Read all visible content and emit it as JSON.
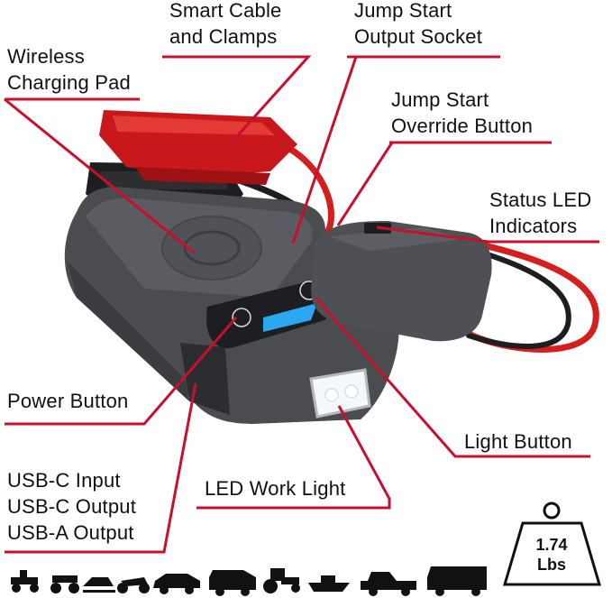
{
  "callouts": {
    "smart_cable": [
      "Smart Cable",
      "and Clamps"
    ],
    "output_socket": [
      "Jump Start",
      "Output Socket"
    ],
    "wireless_pad": [
      "Wireless",
      "Charging Pad"
    ],
    "override_button": [
      "Jump Start",
      "Override Button"
    ],
    "status_led": [
      "Status LED",
      "Indicators"
    ],
    "power_button": [
      "Power Button"
    ],
    "light_button": [
      "Light Button"
    ],
    "work_light": [
      "LED Work Light"
    ],
    "usb_ports": [
      "USB-C Input",
      "USB-C Output",
      "USB-A Output"
    ]
  },
  "weight": [
    "1.74",
    "Lbs"
  ],
  "colors": {
    "leader_line": "#c8102e",
    "device_body": "#4a4c50",
    "clamp_red": "#c8181c",
    "clamp_black": "#1e1e20",
    "cable_red": "#d41f1f",
    "charge_bar": "#2aa8f0"
  },
  "vehicle_icons": [
    "lawn-mower-icon",
    "atv-icon",
    "jet-ski-icon",
    "motorcycle-icon",
    "sedan-icon",
    "suv-icon",
    "tractor-icon",
    "boat-icon",
    "pickup-truck-icon",
    "rv-icon"
  ]
}
